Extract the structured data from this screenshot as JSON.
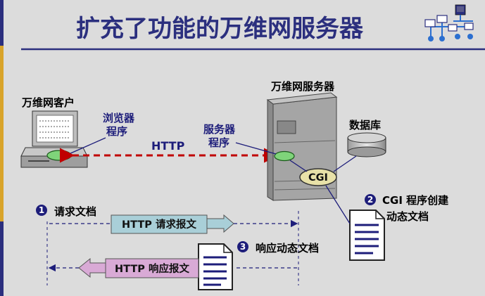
{
  "title": "扩充了功能的万维网服务器",
  "labels": {
    "client": "万维网客户",
    "browser_line1": "浏览器",
    "browser_line2": "程序",
    "http": "HTTP",
    "server_title": "万维网服务器",
    "server_prog_line1": "服务器",
    "server_prog_line2": "程序",
    "database": "数据库",
    "cgi": "CGI"
  },
  "steps": [
    {
      "number": "1",
      "text": "请求文档"
    },
    {
      "number": "2",
      "text_line1": "CGI 程序创建",
      "text_line2": "动态文档"
    },
    {
      "number": "3",
      "text": "响应动态文档"
    }
  ],
  "boxes": {
    "request": "HTTP 请求报文",
    "response": "HTTP 响应报文"
  },
  "colors": {
    "title": "#2b2f7e",
    "http_arrow": "#c00000",
    "green_ellipse": "#7fd47a",
    "request_box": "#a9cfd8",
    "response_box": "#d9aad6",
    "left_accent_top": "#2b2f7e",
    "left_accent_mid": "#d9a42a",
    "left_accent_bottom": "#2b2f7e"
  }
}
